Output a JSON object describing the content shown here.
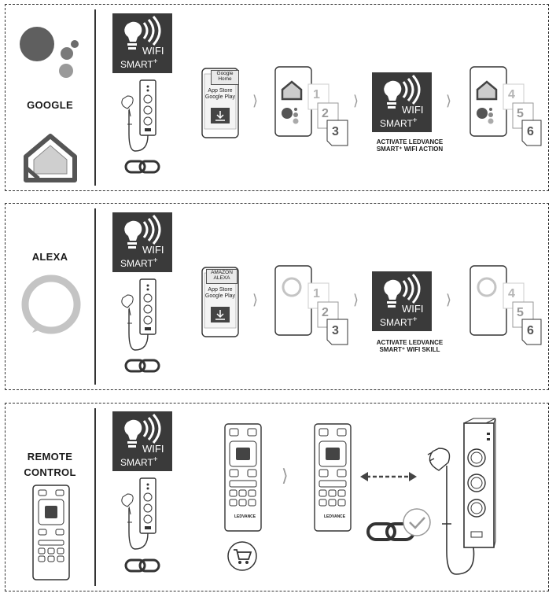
{
  "badge": {
    "wifi": "WIFI",
    "smart": "SMART",
    "plus": "+"
  },
  "sections": {
    "google": {
      "brand": "GOOGLE",
      "app_top": "Google Home",
      "stores": "App Store Google Play",
      "steps": [
        "1",
        "2",
        "3",
        "4",
        "5",
        "6"
      ],
      "caption_line1": "ACTIVATE LEDVANCE",
      "caption_line2": "SMART⁺ WIFI ACTION"
    },
    "alexa": {
      "brand": "ALEXA",
      "app_top": "AMAZON ALEXA",
      "stores": "App Store Google Play",
      "steps": [
        "1",
        "2",
        "3",
        "4",
        "5",
        "6"
      ],
      "caption_line1": "ACTIVATE LEDVANCE",
      "caption_line2": "SMART⁺ WIFI SKILL"
    },
    "remote": {
      "brand_line1": "REMOTE",
      "brand_line2": "CONTROL",
      "remote_brand": "LEDVANCE"
    }
  },
  "colors": {
    "badge_bg": "#3a3a3a",
    "google_grey": "#5f5f5f",
    "alexa_ring": "#c4c4c4",
    "line": "#333333"
  }
}
